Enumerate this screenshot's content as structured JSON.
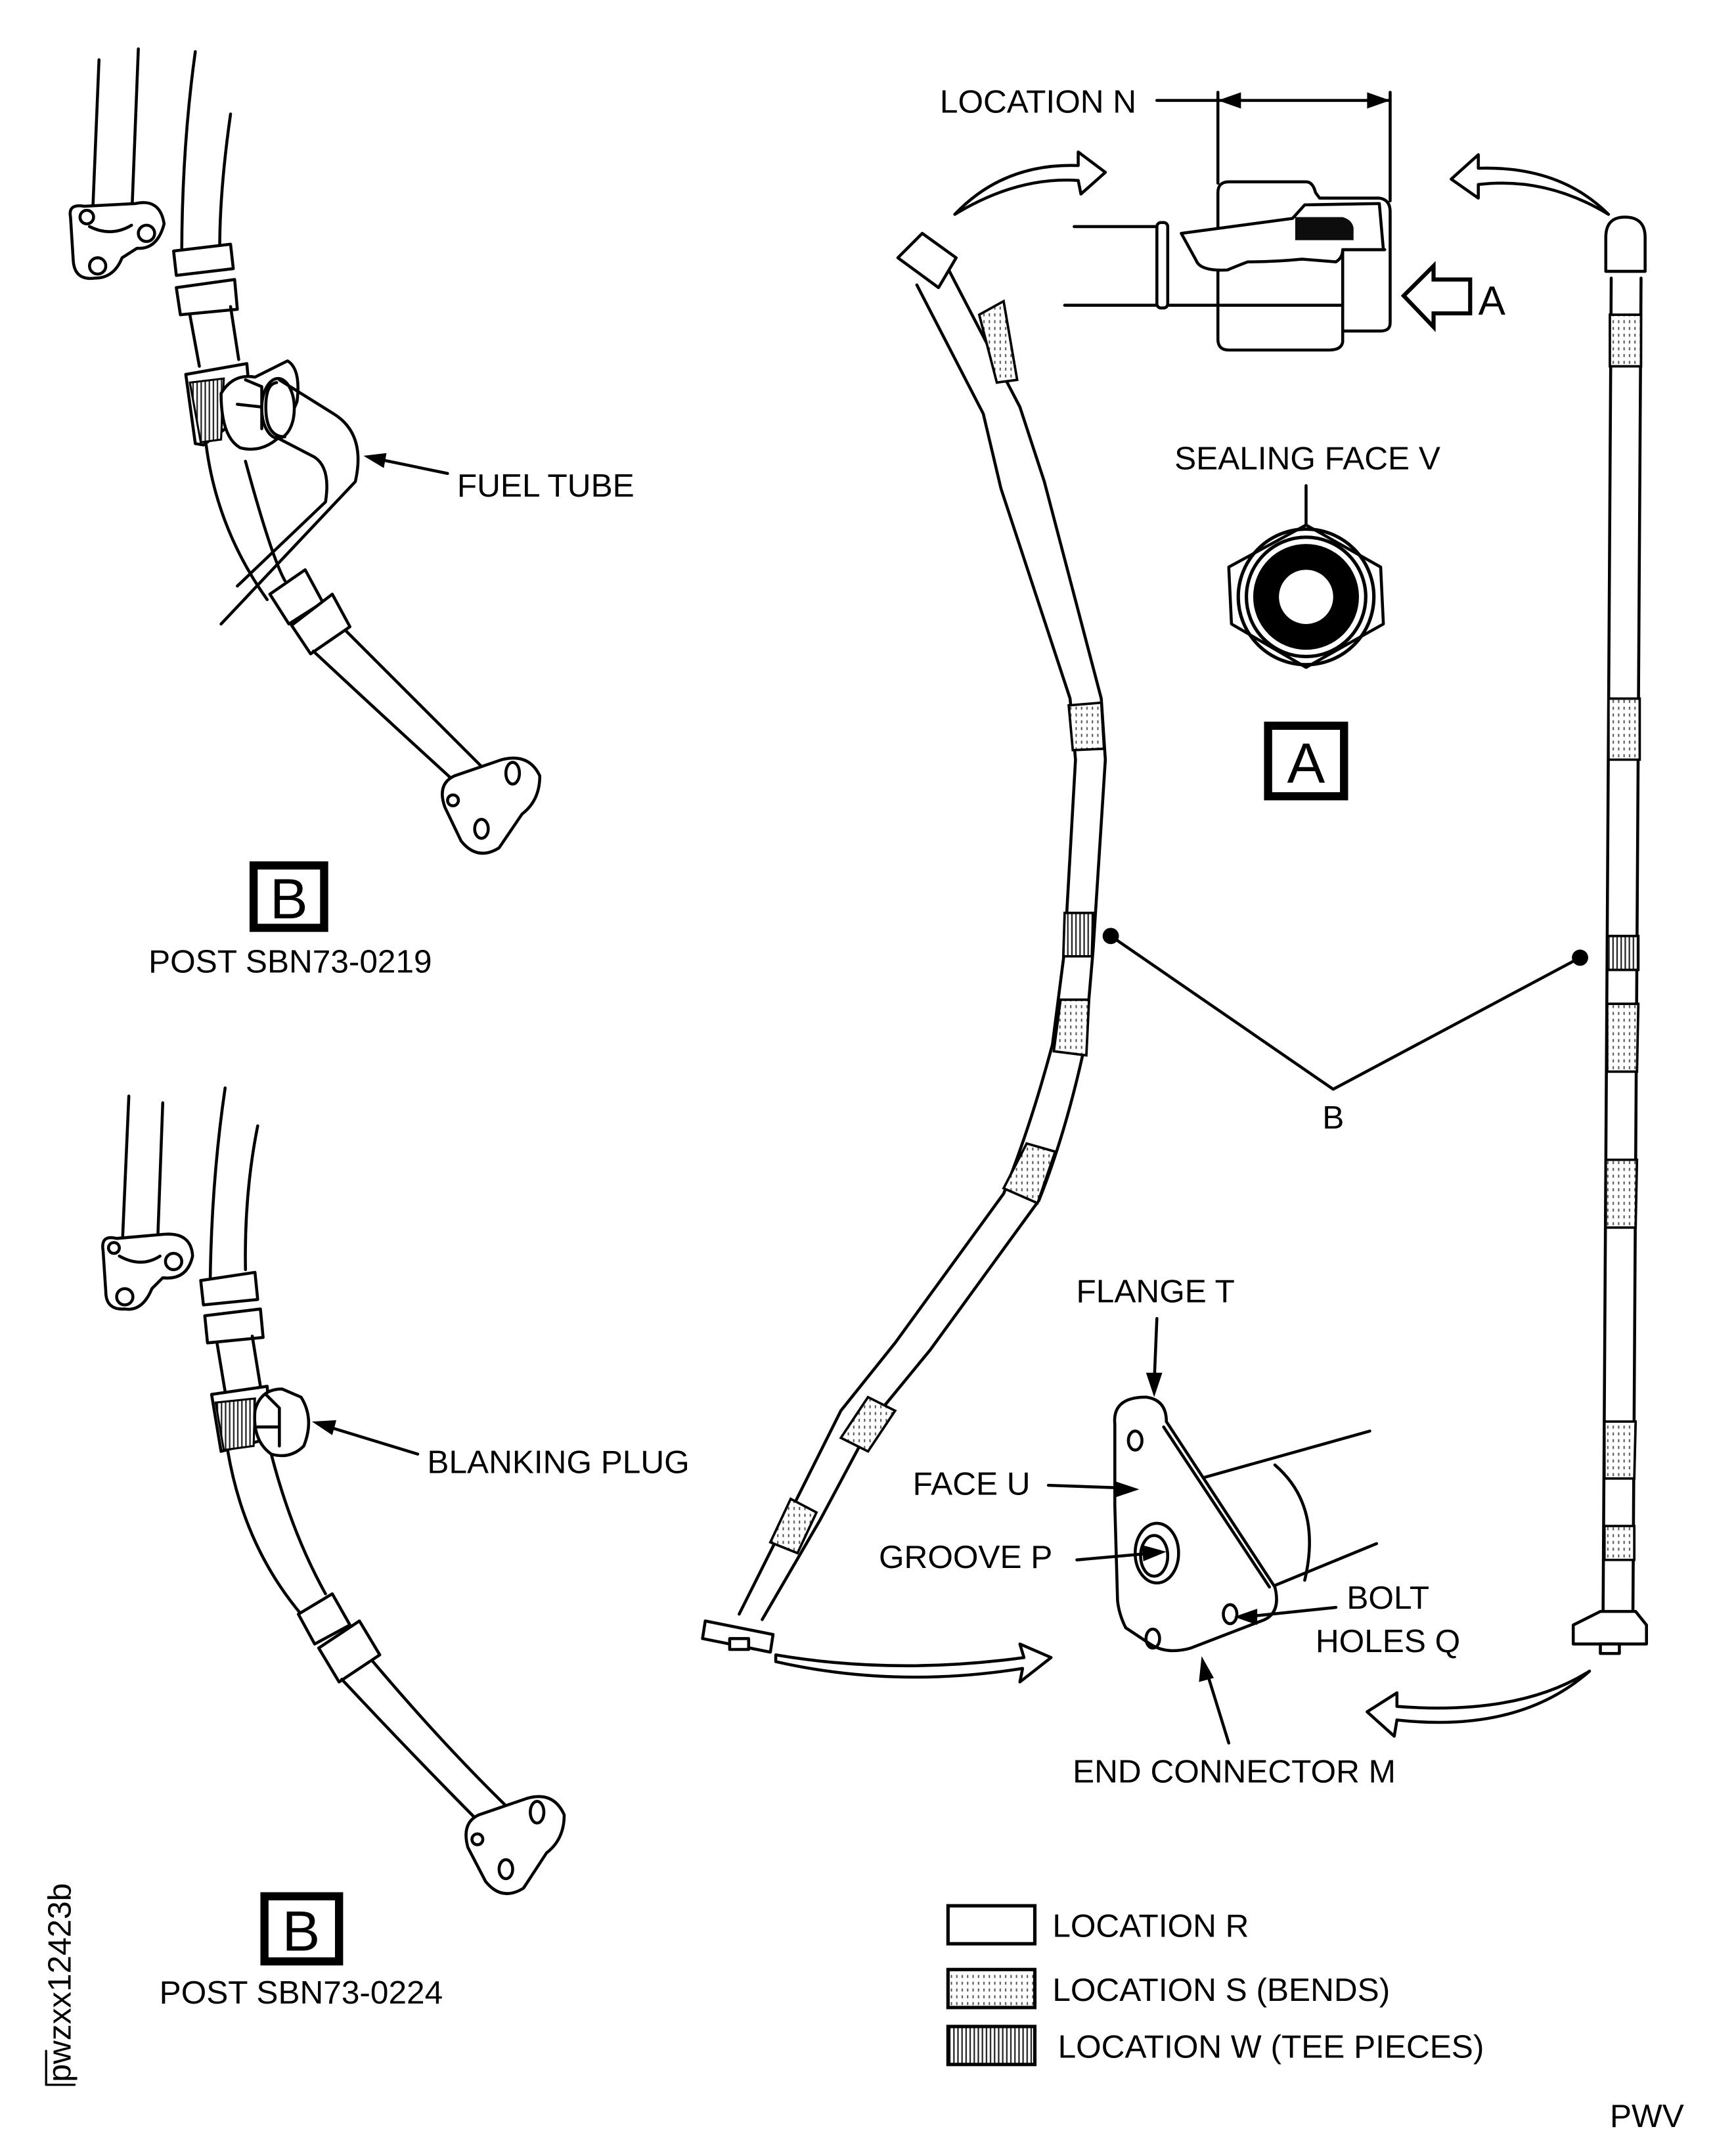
{
  "figure_id": "pwzxx12423b",
  "corner_code": "PWV",
  "detail_b_upper": {
    "view_letter": "B",
    "caption": "POST SBN73-0219",
    "callouts": {
      "fuel_tube": "FUEL TUBE"
    }
  },
  "detail_b_lower": {
    "view_letter": "B",
    "caption": "POST SBN73-0224",
    "callouts": {
      "blanking_plug": "BLANKING PLUG"
    }
  },
  "detail_connector": {
    "location_n": "LOCATION N",
    "view_arrow_letter": "A"
  },
  "view_a": {
    "view_letter": "A",
    "callouts": {
      "sealing_face": "SEALING FACE V"
    }
  },
  "tubes": {
    "tee_callout_letter": "B"
  },
  "end_connector": {
    "callouts": {
      "flange": "FLANGE T",
      "face": "FACE U",
      "groove": "GROOVE P",
      "bolt_holes_line1": "BOLT",
      "bolt_holes_line2": "HOLES Q",
      "end_connector": "END CONNECTOR M"
    }
  },
  "legend": {
    "items": [
      {
        "pattern": "plain",
        "label": "LOCATION R"
      },
      {
        "pattern": "dotted",
        "label": "LOCATION S (BENDS)"
      },
      {
        "pattern": "vertical-hatch",
        "label": "LOCATION W (TEE PIECES)"
      }
    ]
  }
}
